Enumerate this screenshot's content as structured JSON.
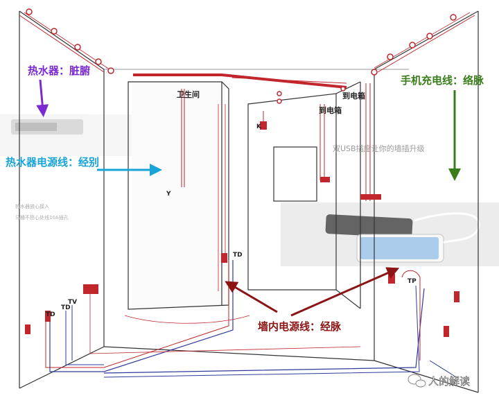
{
  "colors": {
    "purple": "#7b2ad1",
    "blue": "#18a4d8",
    "green": "#3a7d1b",
    "darkred": "#8b1414",
    "wire": "#c0262c",
    "neutral": "#2f3a9c",
    "outline": "#333333"
  },
  "annotations": {
    "water_heater": "热水器：脏腑",
    "water_heater_power": "热水器电源线：经别",
    "phone_charger": "手机充电线：络脉",
    "wall_power": "墙内电源线：经脉"
  },
  "room_labels": {
    "bathroom": "卫生间",
    "to_box_1": "到电箱",
    "to_box_2": "到电箱"
  },
  "socket_labels": {
    "td_left": "TD",
    "td_left2": "TD",
    "tv": "TV",
    "td_center": "TD",
    "tp": "TP",
    "k": "K",
    "y": "Y"
  },
  "background_ads": {
    "usb_title": "双USB插座让你的墙插升级",
    "heater_line1": "热水器放心接入",
    "heater_line2": "马桶不担心处线10A插孔"
  },
  "watermark": "人的解读",
  "icons": [
    "arrow-down-icon",
    "arrow-right-icon",
    "wechat-logo-icon",
    "water-heater-icon",
    "phone-icon",
    "socket-icon",
    "switch-icon"
  ]
}
